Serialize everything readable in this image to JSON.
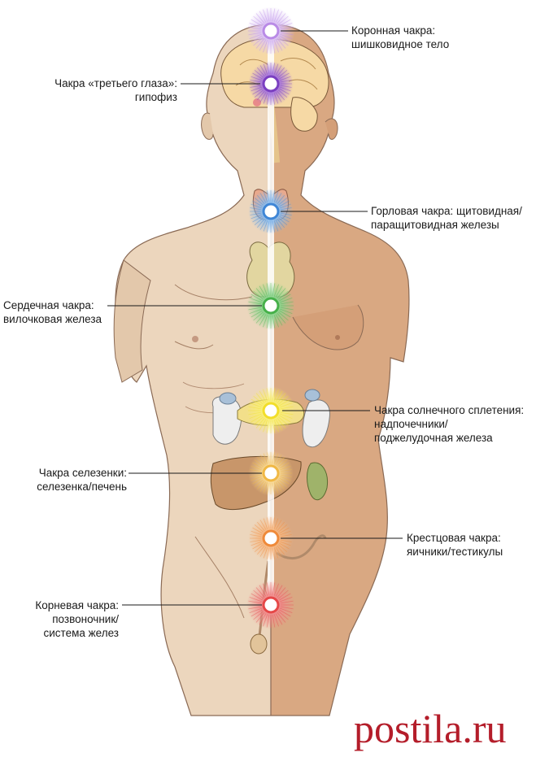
{
  "labels": {
    "crown": "Коронная чакра:\nшишковидное тело",
    "third_eye": "Чакра «третьего глаза»:\nгипофиз",
    "throat": "Горловая чакра: щитовидная/\nпаращитовидная железы",
    "heart": "Сердечная чакра:\nвилочковая железа",
    "solar_plexus": "Чакра солнечного сплетения:\nнадпочечники/\nподжелудочная железа",
    "spleen": "Чакра селезенки:\nселезенка/печень",
    "sacral": "Крестцовая чакра:\nяичники/тестикулы",
    "root": "Корневая чакра:\nпозвоночник/\nсистема желез"
  },
  "watermark": "postila.ru",
  "colors": {
    "crown": "#b98be6",
    "third_eye": "#7a3fc0",
    "throat": "#3f86d6",
    "heart": "#46b04a",
    "solar_plexus": "#f2de2a",
    "spleen": "#f0b845",
    "sacral": "#ef8a3a",
    "root": "#e54848",
    "skin_left": "#ecd6bd",
    "skin_right": "#d9a882",
    "watermark": "#b41d2a"
  }
}
